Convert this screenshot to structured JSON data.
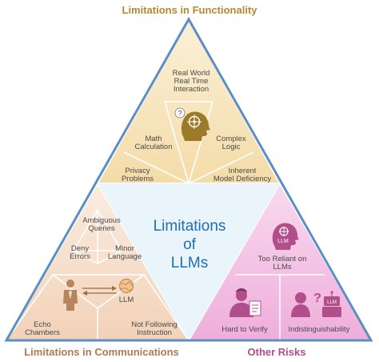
{
  "headings": {
    "functionality": "Limitations in Functionality",
    "communications": "Limitations in Communications",
    "other_risks": "Other Risks"
  },
  "center": {
    "line1": "Limitations",
    "line2": "of",
    "line3": "LLMs"
  },
  "functionality": {
    "real_world": [
      "Real World",
      "Real Time",
      "Interaction"
    ],
    "math": [
      "Math",
      "Calculation"
    ],
    "complex": [
      "Complex",
      "Logic"
    ],
    "privacy": [
      "Privacy",
      "Problems"
    ],
    "inherent": [
      "Inherent",
      "Model Deficiency"
    ],
    "question_mark": "?"
  },
  "communications": {
    "ambiguous": [
      "Ambiguous",
      "Queries"
    ],
    "deny": [
      "Deny",
      "Errors"
    ],
    "minor": [
      "Minor",
      "Language"
    ],
    "llm": "LLM",
    "echo": [
      "Echo",
      "Chambers"
    ],
    "not_following": [
      "Not Following",
      "Instruction"
    ]
  },
  "other_risks": {
    "head_llm": "LLM",
    "too_reliant": [
      "Too Reliant on",
      "LLMs"
    ],
    "hard_verify": "Hard to Verify",
    "indist": "Indistinguishability",
    "robot_llm": "LLM",
    "question_mark": "?"
  },
  "colors": {
    "outline": "#5b8fc4",
    "functionality": "#b28a2e",
    "functionality_fill": "#f6e1b5",
    "communications": "#ad7a55",
    "communications_fill": "#f6dcc8",
    "risks": "#b04f8c",
    "risks_fill": "#f3bde2",
    "center_fill": "#e9f4fb",
    "center_text": "#1e6fb5"
  }
}
